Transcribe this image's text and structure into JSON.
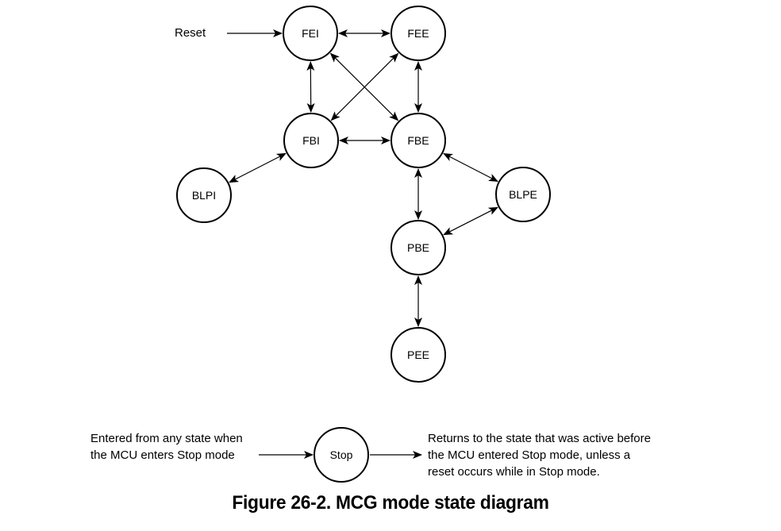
{
  "diagram": {
    "reset_label": "Reset",
    "nodes": [
      {
        "id": "FEI",
        "label": "FEI"
      },
      {
        "id": "FEE",
        "label": "FEE"
      },
      {
        "id": "FBI",
        "label": "FBI"
      },
      {
        "id": "FBE",
        "label": "FBE"
      },
      {
        "id": "BLPI",
        "label": "BLPI"
      },
      {
        "id": "BLPE",
        "label": "BLPE"
      },
      {
        "id": "PBE",
        "label": "PBE"
      },
      {
        "id": "PEE",
        "label": "PEE"
      },
      {
        "id": "STOP",
        "label": "Stop"
      }
    ],
    "edges": [
      {
        "from": "RESET",
        "to": "FEI",
        "bidirectional": false
      },
      {
        "from": "FEI",
        "to": "FEE",
        "bidirectional": true
      },
      {
        "from": "FEI",
        "to": "FBI",
        "bidirectional": true
      },
      {
        "from": "FEI",
        "to": "FBE",
        "bidirectional": true
      },
      {
        "from": "FEE",
        "to": "FBI",
        "bidirectional": true
      },
      {
        "from": "FEE",
        "to": "FBE",
        "bidirectional": true
      },
      {
        "from": "FBI",
        "to": "FBE",
        "bidirectional": true
      },
      {
        "from": "FBI",
        "to": "BLPI",
        "bidirectional": true
      },
      {
        "from": "FBE",
        "to": "BLPE",
        "bidirectional": true
      },
      {
        "from": "FBE",
        "to": "PBE",
        "bidirectional": true
      },
      {
        "from": "BLPE",
        "to": "PBE",
        "bidirectional": true
      },
      {
        "from": "PBE",
        "to": "PEE",
        "bidirectional": true
      },
      {
        "from": "ENTRY",
        "to": "STOP",
        "bidirectional": false
      },
      {
        "from": "STOP",
        "to": "RETURN",
        "bidirectional": false
      }
    ],
    "stop_entry_note": [
      "Entered from any state when",
      "the MCU enters Stop mode"
    ],
    "stop_return_note": [
      "Returns to the state that was active before",
      "the MCU entered Stop mode, unless a",
      "reset occurs while in Stop mode."
    ],
    "caption": "Figure 26-2. MCG mode state diagram"
  }
}
